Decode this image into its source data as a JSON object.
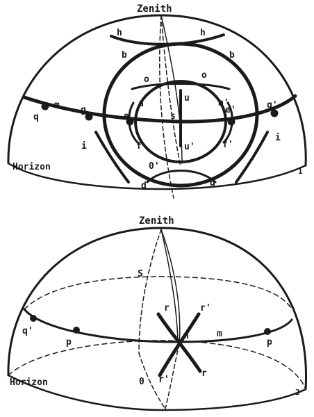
{
  "figure1": {
    "zenith": "Zenith",
    "horizon": "Horizon",
    "number": "1",
    "labels": {
      "h_left": "h",
      "h_right": "h",
      "b_left": "b",
      "b_right": "b",
      "o_left": "o",
      "o_right": "o",
      "u_top": "u",
      "u_bottom": "u'",
      "a_left": "a",
      "a_right": "a'",
      "q": "q",
      "m": "m",
      "g_left": "g",
      "g_right": "g'",
      "e_left": "e",
      "e_right": "e'",
      "s": "s",
      "f_left": "f",
      "f_right": "f'",
      "i_left": "i",
      "i_right": "i",
      "o_point": "0'",
      "d_left": "d",
      "d_right": "d"
    }
  },
  "figure2": {
    "zenith": "Zenith",
    "horizon": "Horizon",
    "number": "2",
    "labels": {
      "s": "S",
      "r_top": "r",
      "r_top_right": "r'",
      "q": "q'",
      "p_left": "p",
      "n": "n",
      "m": "m",
      "p_right": "p",
      "o": "0",
      "r_bottom": "r'",
      "r_bottom_right": "r"
    }
  }
}
